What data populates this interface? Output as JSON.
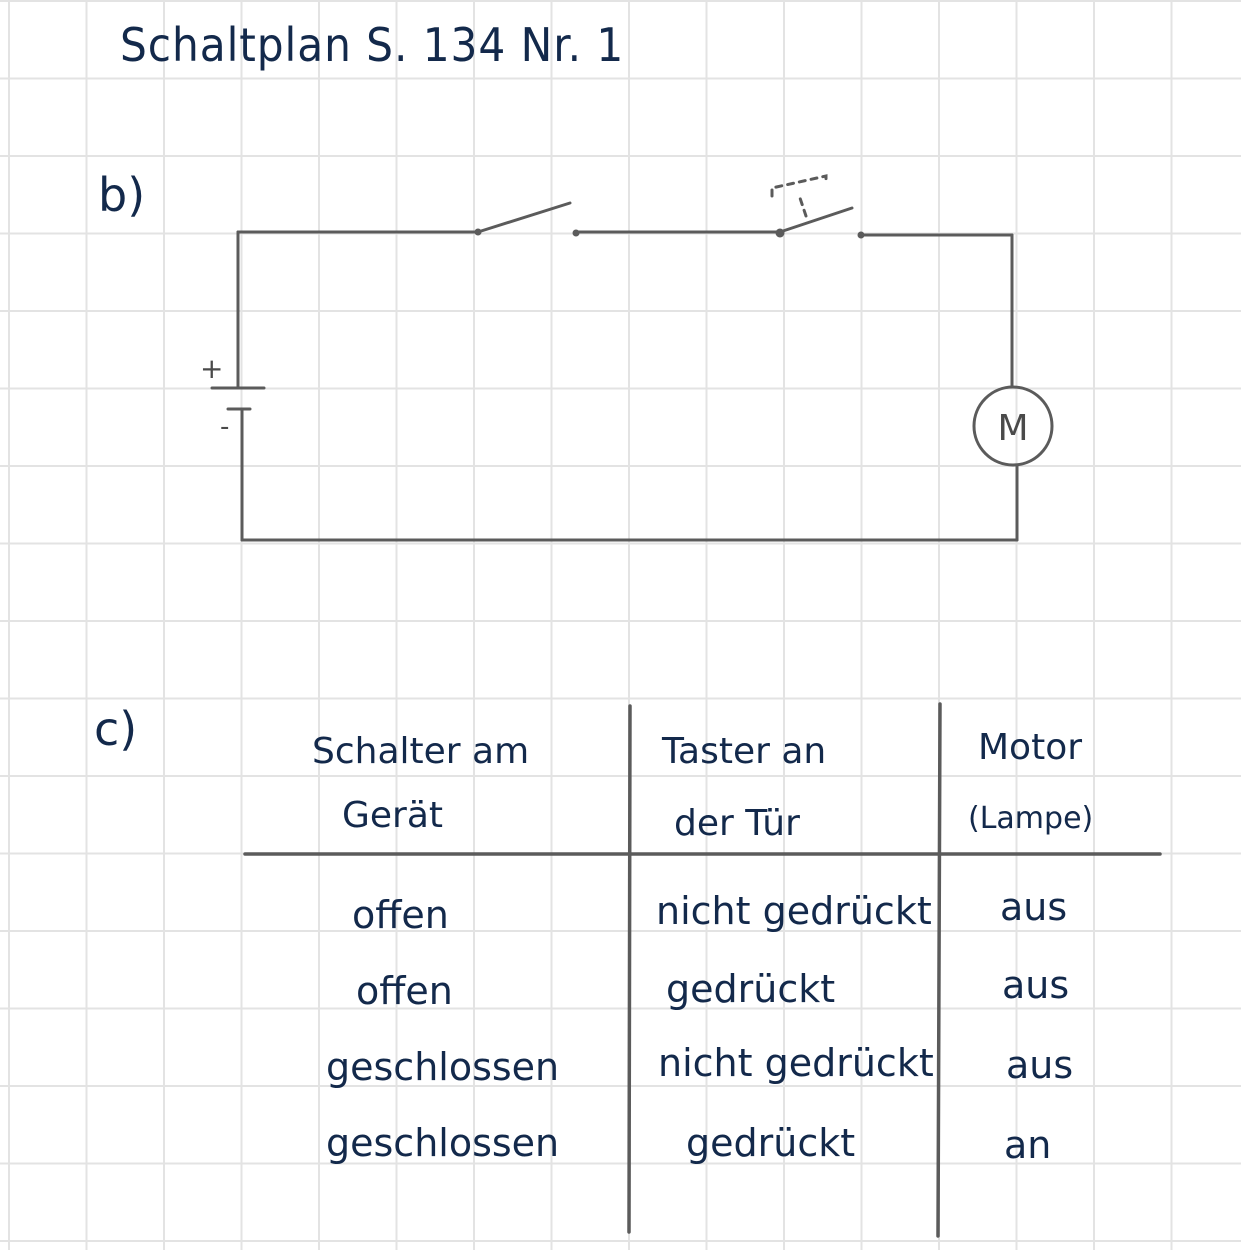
{
  "title": "Schaltplan S. 134 Nr. 1",
  "part_b": {
    "label": "b)",
    "battery_plus": "+",
    "battery_minus": "-",
    "motor_symbol": "M"
  },
  "part_c": {
    "label": "c)",
    "headers": [
      [
        "Schalter am",
        "Gerät"
      ],
      [
        "Taster an",
        "der Tür"
      ],
      [
        "Motor",
        "(Lampe)"
      ]
    ],
    "rows": [
      [
        "offen",
        "nicht gedrückt",
        "aus"
      ],
      [
        "offen",
        "gedrückt",
        "aus"
      ],
      [
        "geschlossen",
        "nicht gedrückt",
        "aus"
      ],
      [
        "geschlossen",
        "gedrückt",
        "an"
      ]
    ]
  },
  "colors": {
    "ink": "#13294b",
    "circuit": "#5b5b5b",
    "grid": "#e3e3e3"
  }
}
